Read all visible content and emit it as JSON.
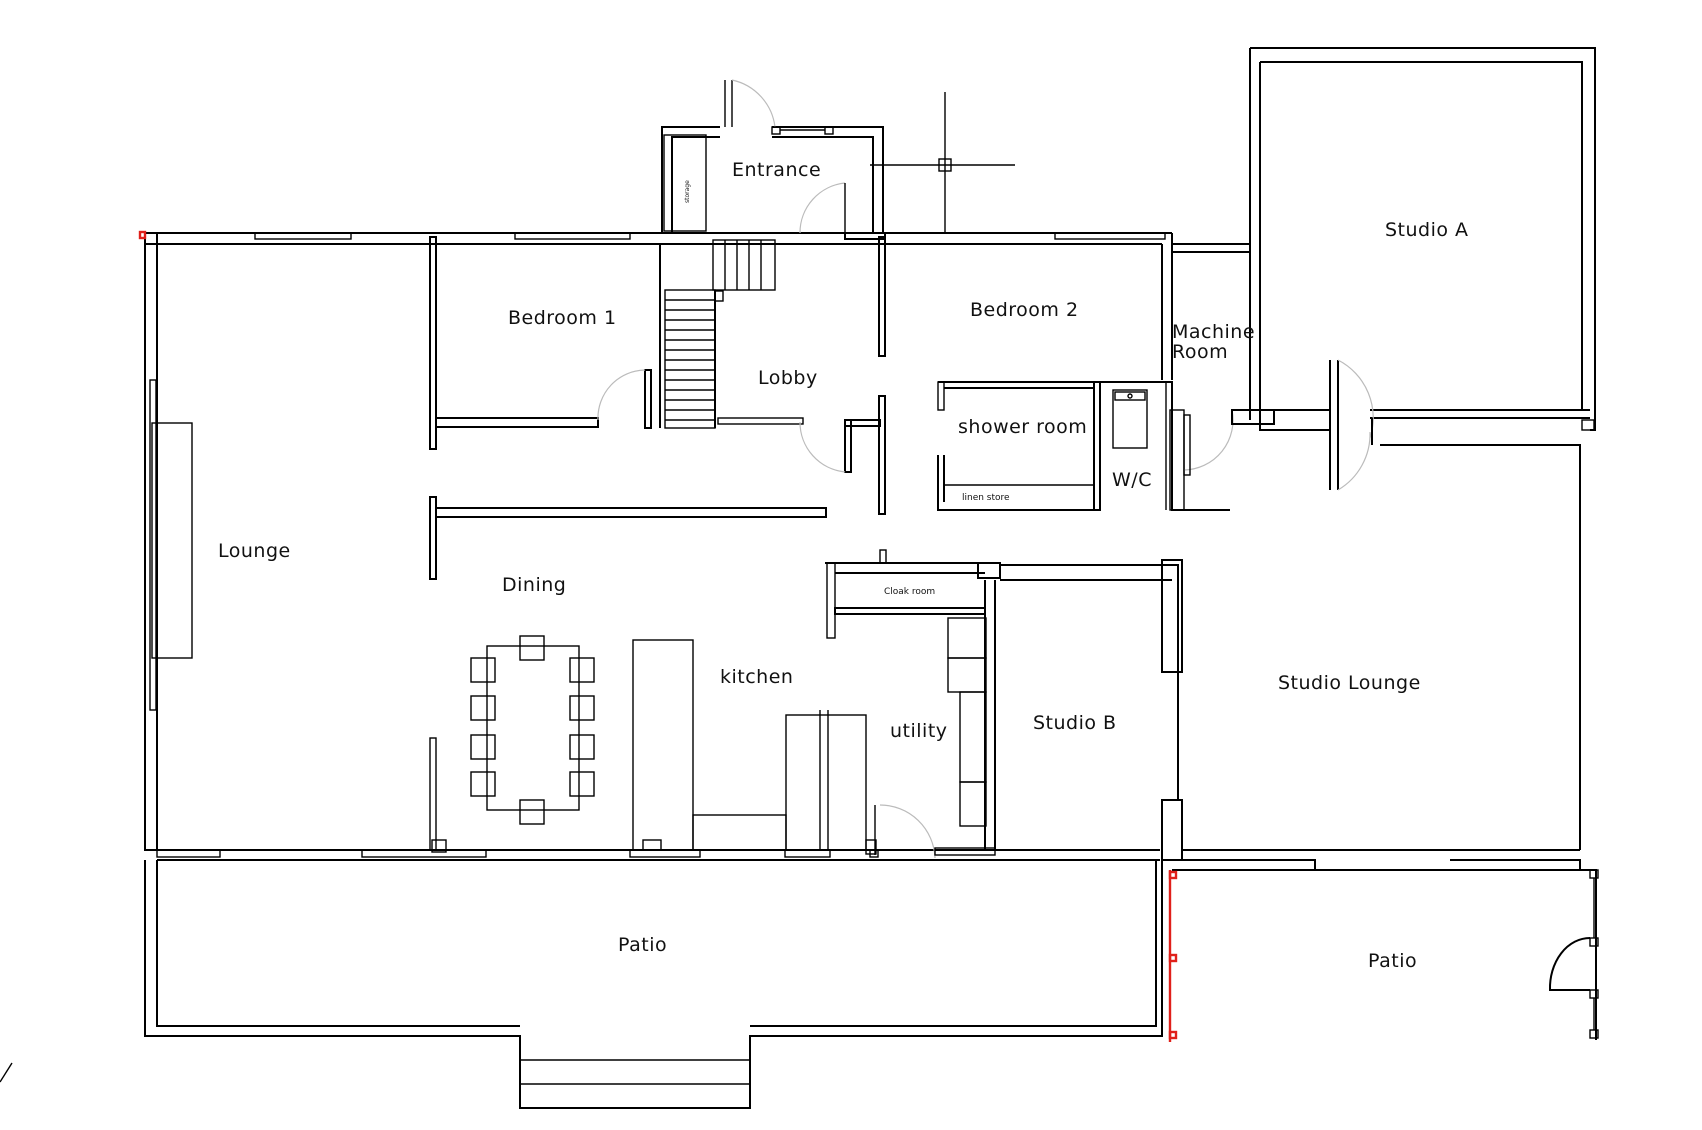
{
  "rooms": {
    "entrance": "Entrance",
    "storage": "storage",
    "bedroom1": "Bedroom 1",
    "bedroom2": "Bedroom 2",
    "lobby": "Lobby",
    "lounge": "Lounge",
    "dining": "Dining",
    "kitchen": "kitchen",
    "utility": "utility",
    "cloak_room": "Cloak room",
    "shower_room": "shower room",
    "linen_store": "linen store",
    "wc": "W/C",
    "machine_room_line1": "Machine",
    "machine_room_line2": "Room",
    "studio_a": "Studio A",
    "studio_b": "Studio B",
    "studio_lounge": "Studio Lounge",
    "patio_main": "Patio",
    "patio_studio": "Patio"
  },
  "colors": {
    "wall": "#000000",
    "door_swing": "#bbbbbb",
    "highlight": "#e0201a"
  }
}
